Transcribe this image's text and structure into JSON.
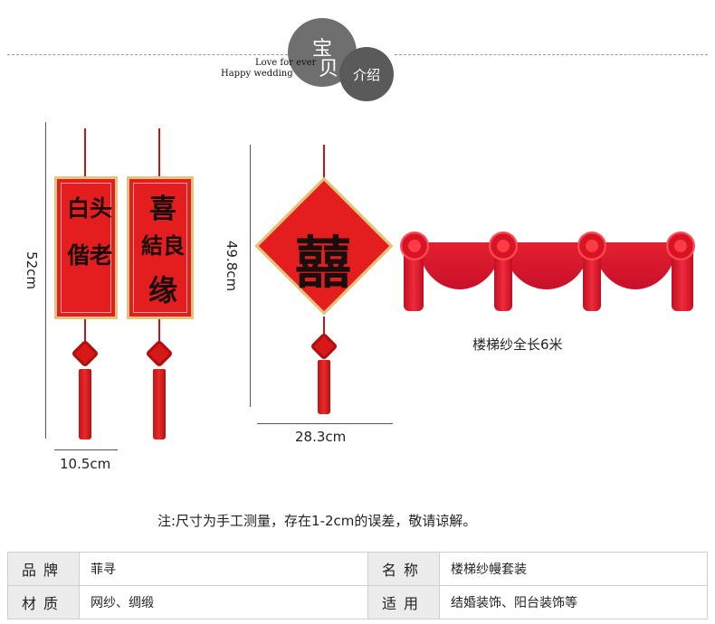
{
  "header": {
    "circle_main_line1": "宝",
    "circle_main_line2": "贝",
    "circle_side": "介绍",
    "tagline1": "Love for ever",
    "tagline2": "Happy wedding"
  },
  "products": {
    "banner_left_chars": [
      "白头",
      "偕老"
    ],
    "banner_mid_chars": [
      "喜",
      "結良",
      "缘"
    ],
    "diamond_char": "囍",
    "height_label_banners": "52cm",
    "width_label_banners": "10.5cm",
    "height_label_diamond": "49.8cm",
    "width_label_diamond": "28.3cm",
    "garland_caption": "楼梯纱全长6米"
  },
  "note": "注:尺寸为手工测量，存在1-2cm的误差，敬请谅解。",
  "spec_table": {
    "row1": {
      "k1": "品牌",
      "v1": "菲寻",
      "k2": "名称",
      "v2": "楼梯纱幔套装"
    },
    "row2": {
      "k1": "材质",
      "v1": "网纱、绸缎",
      "k2": "适用",
      "v2": "结婚装饰、阳台装饰等"
    }
  },
  "colors": {
    "red": "#e41e1e",
    "gold": "#e2c47a",
    "circle_gray": "#6f6f6f"
  }
}
